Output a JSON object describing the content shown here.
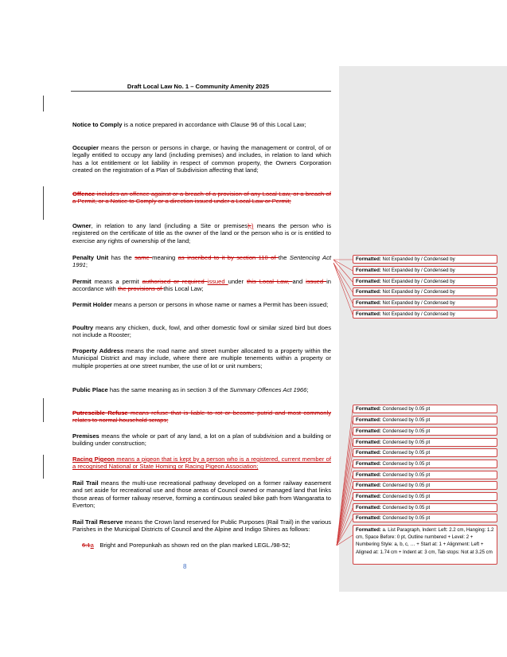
{
  "header": {
    "title": "Draft Local Law No. 1 – Community Amenity 2025"
  },
  "page_number": "8",
  "definitions": [
    {
      "term": "Notice to Comply",
      "text": " is a notice prepared in accordance with Clause 96 of this Local Law;"
    },
    {
      "term": "Occupier",
      "text": " means the person or persons in charge, or having the management or control, of or legally entitled to occupy any land (including premises) and includes, in relation to land which has a lot entitlement or lot liability in respect of common property, the Owners Corporation created on the registration of a Plan of Subdivision affecting that land;"
    },
    {
      "term": "Offence",
      "text": " includes an offence against or a breach of a provision of any Local Law, or a breach of a Permit, or a Notice to Comply or a direction issued under a Local Law or Permit;"
    },
    {
      "term": "Owner",
      "text_a": ", in relation to any land (including a Site or premises",
      "del_a": "),",
      "ins_a": ")",
      "text_b": " means the person who is registered on the certificate of title as the owner of the land or the person who is or is entitled to exercise any rights of ownership of the land;"
    },
    {
      "term": "Penalty Unit",
      "t1": " has",
      "t2": " the ",
      "d1": "same ",
      "t3": "meaning ",
      "d2": "as inscribed to it by section 110 of ",
      "t4": "the ",
      "italic": "Sentencing Act 1991",
      "t5": ";"
    },
    {
      "term": "Permit",
      "t1": " means a permit ",
      "d1": "authorised or required ",
      "i1": "issued ",
      "t2": "under ",
      "d2": "this Local Law, ",
      "t3": "and ",
      "d3": "issued ",
      "t4": "in accordance with ",
      "d4": "the provisions of ",
      "t5": "this Local Law;"
    },
    {
      "term": "Permit Holder",
      "text": " means a person or persons in whose name or names a Permit has been issued;"
    },
    {
      "term": "Poultry",
      "text": " means any chicken, duck, fowl, and other domestic fowl or similar sized bird but does not include a Rooster;"
    },
    {
      "term": "Property Address",
      "text": " means the road name and street number allocated to a property within the Municipal District and may include, where there are multiple tenements within a property or multiple properties at one street number, the use of lot or unit numbers;"
    },
    {
      "term": "Public Place",
      "text": " has the same meaning as in section 3 of the ",
      "italic": "Summary Offences Act 1966",
      "end": ";"
    },
    {
      "term": "Putrescible Refuse",
      "text": " means refuse that is liable to rot or become putrid and most commonly relates to normal household scraps;"
    },
    {
      "term": "Premises",
      "text": " means the whole or part of any land, a lot on a plan of subdivision and a building or building under construction;"
    },
    {
      "term": "Racing Pigeon",
      "text": " means a pigeon that is kept by a person who is a registered, current member of a recognised National or State Homing or Racing Pigeon Association;"
    },
    {
      "term": "Rail Trail",
      "text": " means the multi-use recreational pathway developed on a former railway easement and set aside for recreational use and those areas of Council owned or managed land that links those areas of former railway reserve, forming a continuous sealed bike path from Wangaratta to Everton;"
    },
    {
      "term": "Rail Trail Reserve",
      "text": " means the Crown land reserved for Public Purposes (Rail Trail) in the various Parishes in the Municipal Districts of Council and the Alpine and Indigo Shires as follows:"
    }
  ],
  "list_item": {
    "del_num": "6.1",
    "ins_num": "a",
    "tab": " ",
    "text": "Bright and Porepunkah as shown red on the plan marked LEGL./98-52;"
  },
  "comments": {
    "label": "Formatted:",
    "not_expanded": "Not Expanded by / Condensed by",
    "condensed": "Condensed by  0.05 pt",
    "list_para": "a. List Paragraph, Indent: Left:  2.2 cm, Hanging:  1.2 cm, Space Before:  0 pt, Outline numbered + Level: 2 + Numbering Style: a, b, c, … + Start at: 1 + Alignment: Left + Aligned at:  1.74 cm + Indent at:  3 cm, Tab stops: Not at  3.25 cm"
  },
  "colors": {
    "revision": "#c00000",
    "balloon_border": "#d04040",
    "markup_pane": "#e9e9e9",
    "page_number": "#4472c4"
  }
}
